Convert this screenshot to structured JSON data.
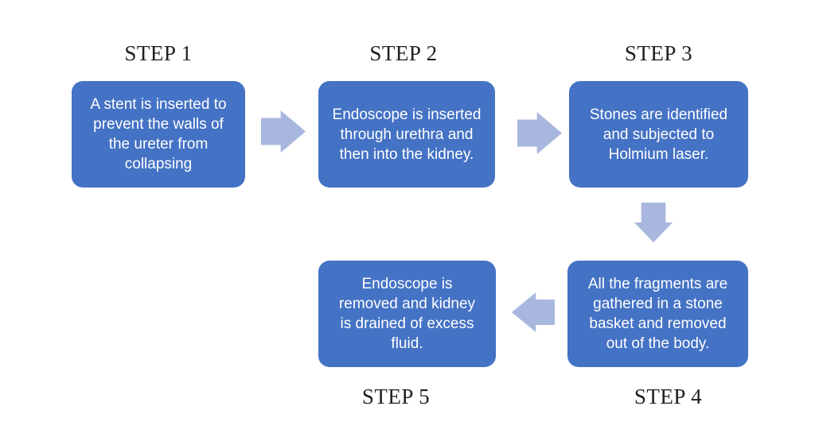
{
  "colors": {
    "background": "#ffffff",
    "box_fill": "#4472c4",
    "box_text": "#ffffff",
    "arrow_fill": "#a9b7df",
    "label_text": "#1f1f1f"
  },
  "steps": [
    {
      "label": "STEP 1",
      "text": "A stent is inserted to\nprevent the walls of\nthe ureter from\ncollapsing"
    },
    {
      "label": "STEP 2",
      "text": "Endoscope is inserted\nthrough urethra and\nthen into the kidney."
    },
    {
      "label": "STEP 3",
      "text": "Stones are identified\nand subjected to\nHolmium laser."
    },
    {
      "label": "STEP 4",
      "text": "All the fragments are\ngathered in a stone\nbasket and removed\nout of the body."
    },
    {
      "label": "STEP 5",
      "text": "Endoscope is\nremoved and kidney\nis drained of excess\nfluid."
    }
  ],
  "arrows": [
    {
      "from": "STEP 1",
      "to": "STEP 2",
      "direction": "right"
    },
    {
      "from": "STEP 2",
      "to": "STEP 3",
      "direction": "right"
    },
    {
      "from": "STEP 3",
      "to": "STEP 4",
      "direction": "down"
    },
    {
      "from": "STEP 4",
      "to": "STEP 5",
      "direction": "left"
    }
  ]
}
